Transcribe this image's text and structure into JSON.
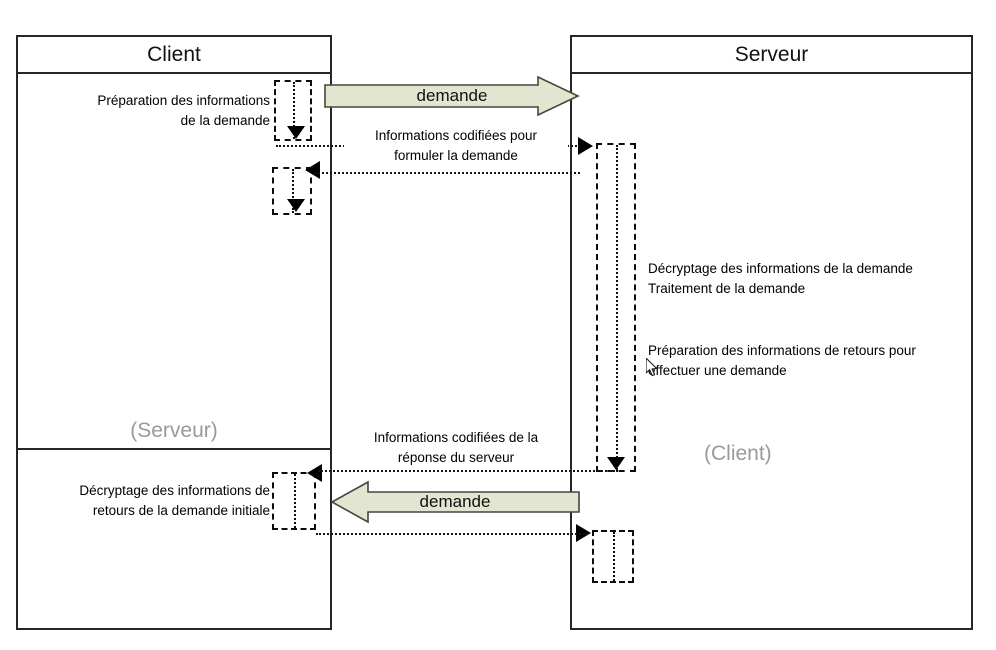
{
  "diagram": {
    "type": "sequence-diagram",
    "language": "fr",
    "colors": {
      "arrow_fill": "#e2e5d0",
      "arrow_stroke": "#3f4a3a",
      "box_stroke": "#262626",
      "ghost_text": "#9a9a9a",
      "text": "#000000"
    }
  },
  "left_lane": {
    "title": "Client",
    "sub_title": "(Serveur)",
    "notes": [
      {
        "id": "prep-demande",
        "text": "Préparation des  informations\nde la demande"
      },
      {
        "id": "decryptage-retours",
        "text": "Décryptage des informations de\nretours de la demande initiale"
      }
    ]
  },
  "right_lane": {
    "title": "Serveur",
    "ghost_title": "(Client)",
    "notes": [
      {
        "id": "decryptage-traitement",
        "text": "Décryptage des informations de la demande\nTraitement de la demande"
      },
      {
        "id": "prep-retours",
        "text": "Préparation des  informations de retours pour\neffectuer une demande"
      }
    ]
  },
  "messages": [
    {
      "id": "request-block-arrow",
      "label": "demande",
      "direction": "right",
      "style": "block-arrow"
    },
    {
      "id": "request-dotted",
      "label": "Informations codifiées pour\nformuler la demande",
      "direction": "right",
      "style": "dotted"
    },
    {
      "id": "response-dotted",
      "label": "Informations codifiées de la\nréponse du serveur",
      "direction": "left",
      "style": "dotted"
    },
    {
      "id": "response-block-arrow",
      "label": "demande",
      "direction": "left",
      "style": "block-arrow"
    }
  ],
  "cursor": {
    "name": "mouse-pointer",
    "visible": true
  }
}
